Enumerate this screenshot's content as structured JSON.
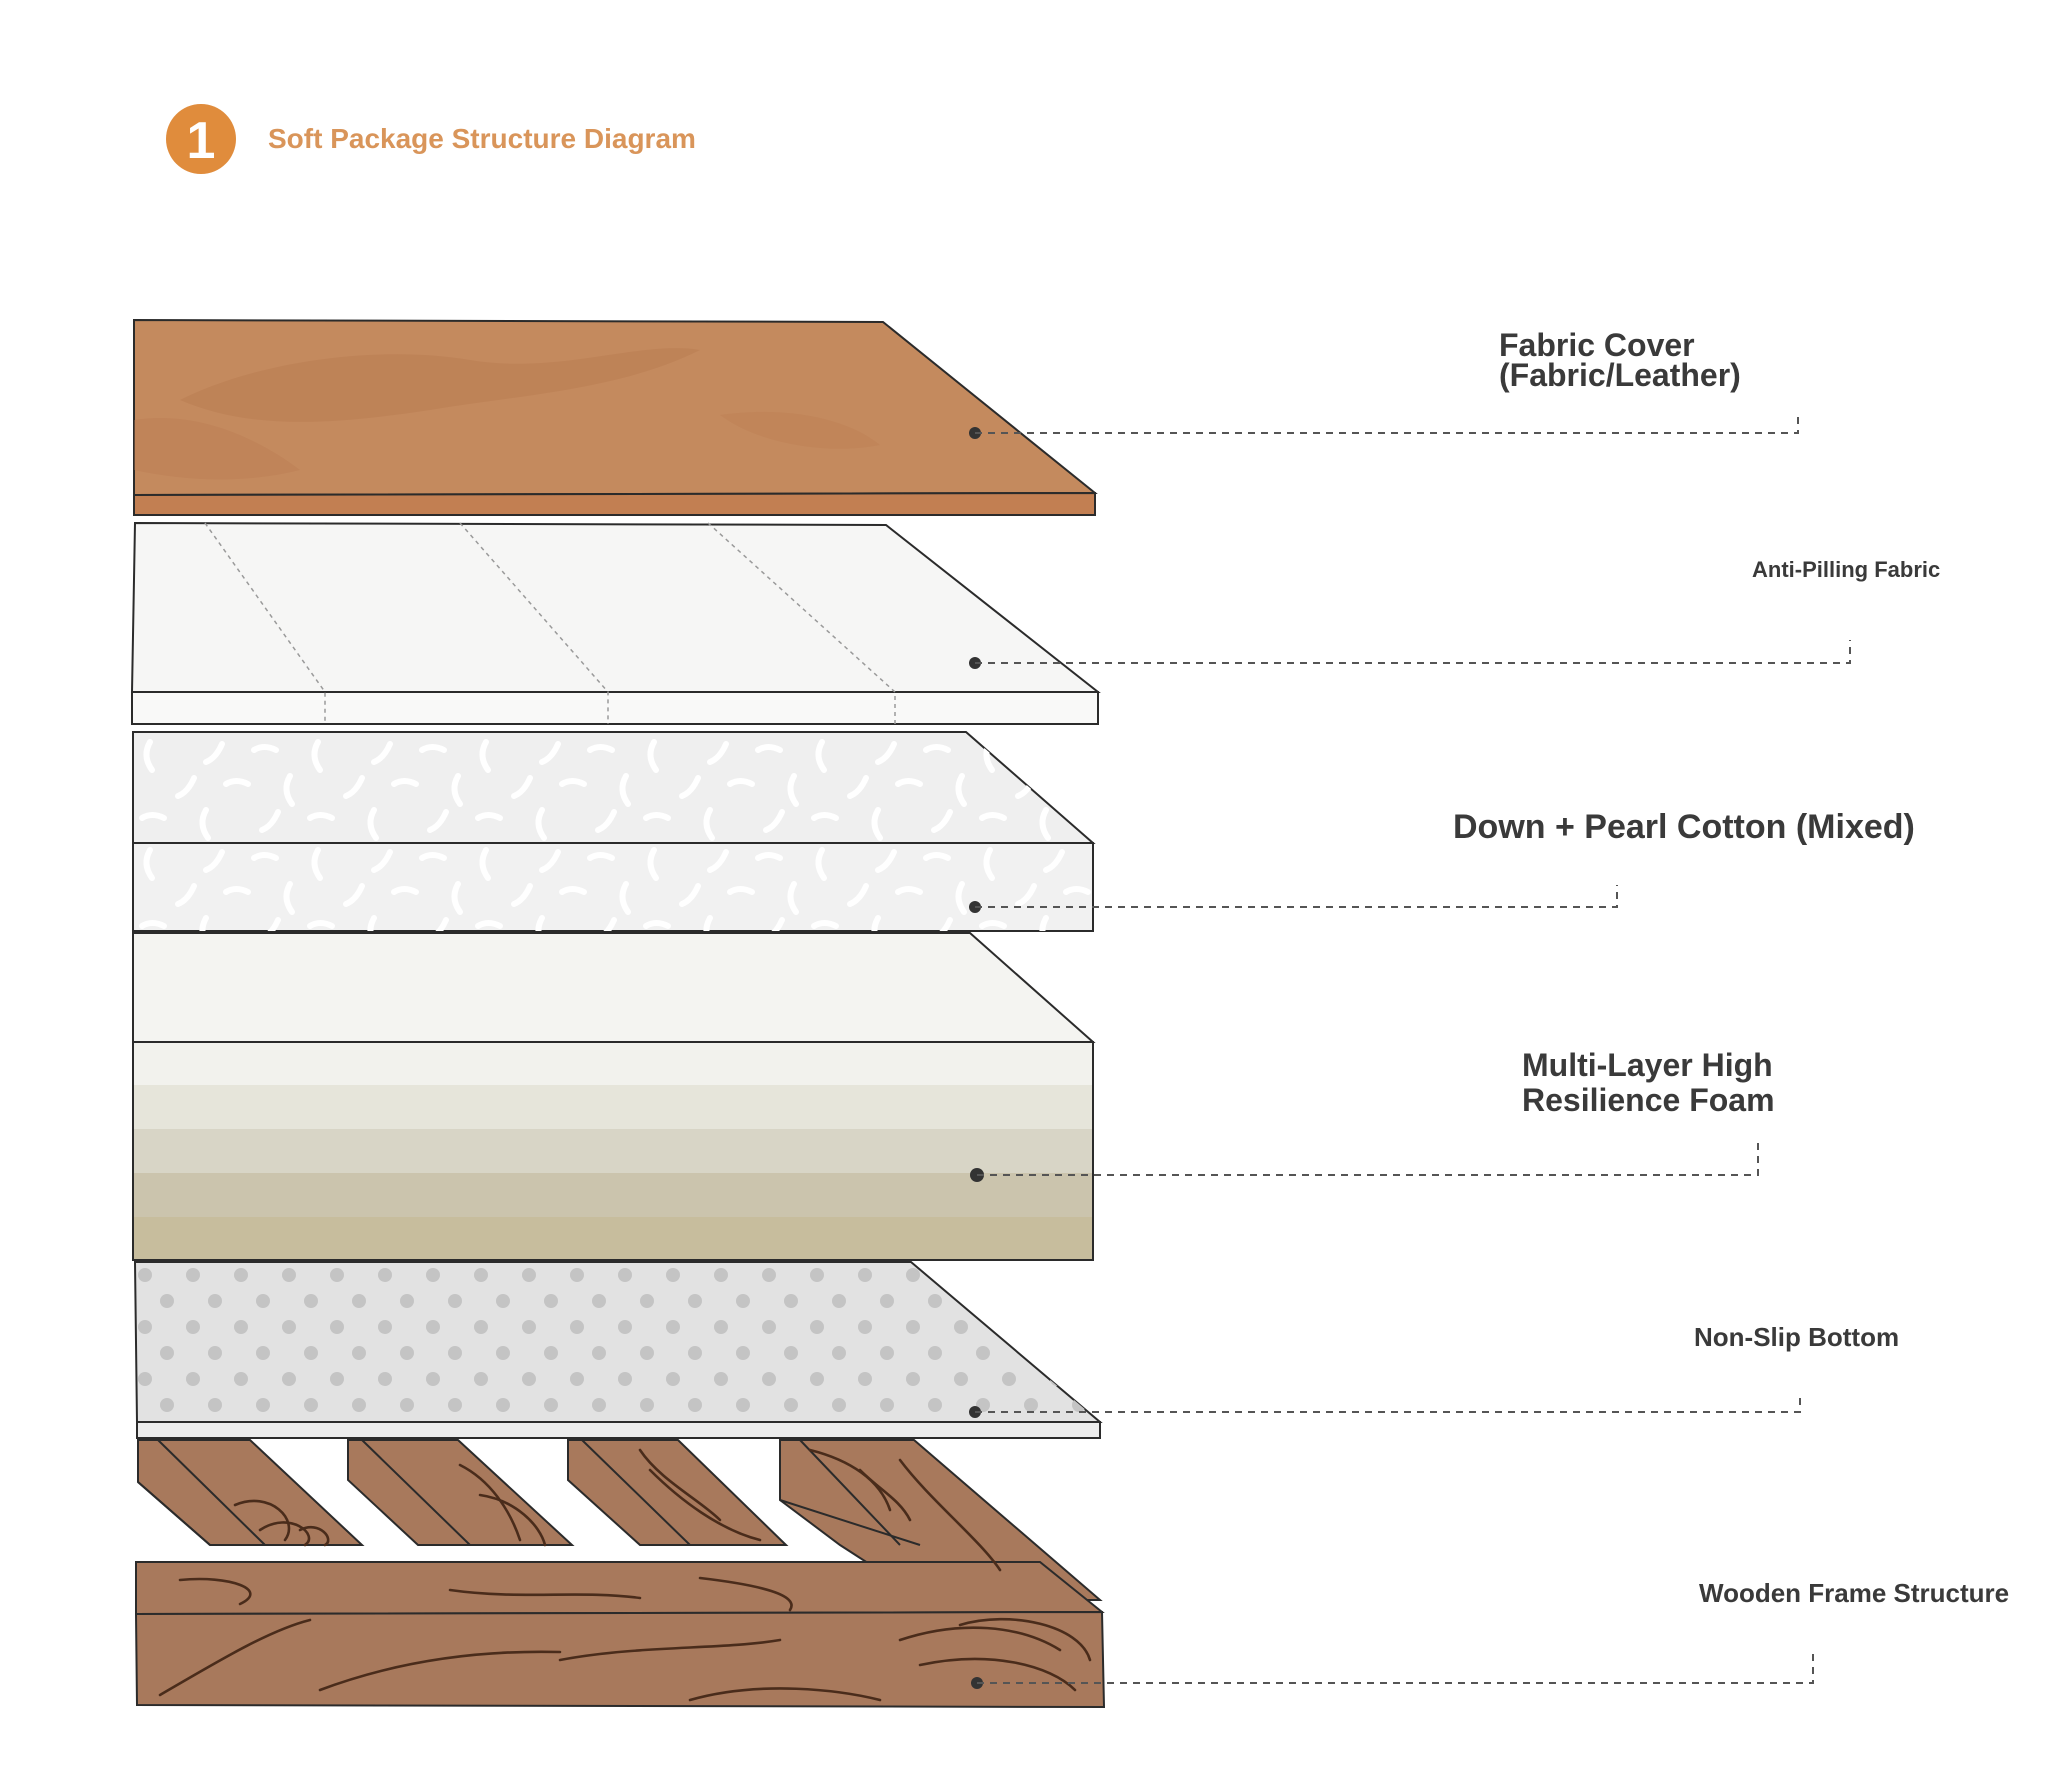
{
  "header": {
    "number": "1",
    "title": "Soft Package Structure Diagram",
    "accent_color": "#e08c3c"
  },
  "layers": [
    {
      "id": "fabric-cover",
      "label_lines": [
        "Fabric Cover",
        "(Fabric/Leather)"
      ]
    },
    {
      "id": "anti-pilling-fabric",
      "label_lines": [
        "Anti-Pilling Fabric"
      ]
    },
    {
      "id": "down-pearl-cotton",
      "label_lines": [
        "Down + Pearl Cotton (Mixed)"
      ]
    },
    {
      "id": "high-resilience-foam",
      "label_lines": [
        "Multi-Layer High",
        "Resilience Foam"
      ]
    },
    {
      "id": "non-slip-bottom",
      "label_lines": [
        "Non-Slip Bottom"
      ]
    },
    {
      "id": "wooden-frame",
      "label_lines": [
        "Wooden Frame Structure"
      ]
    }
  ],
  "colors": {
    "leather": "#c48a5e",
    "fabric": "#f6f6f5",
    "down": "#efefef",
    "foam_top": "#f4f4f1",
    "foam_bands": [
      "#f2f2ed",
      "#e6e5da",
      "#d8d5c6",
      "#cbc4ad",
      "#c7bd9d"
    ],
    "non_slip": "#e2e2e2",
    "non_slip_dots": "#c4c4c4",
    "wood": "#a8795c",
    "wood_grain": "#4a2c1b"
  }
}
